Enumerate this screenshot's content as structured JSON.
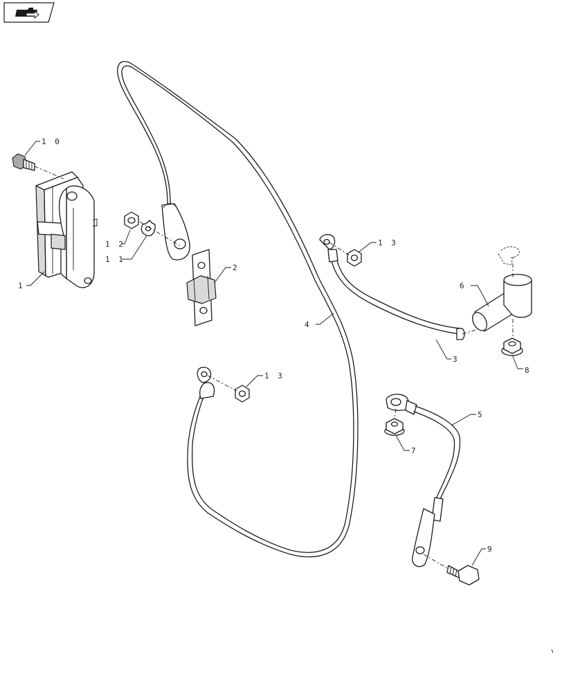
{
  "diagram": {
    "nav_icon": "folder-arrow-icon",
    "callouts": [
      {
        "id": "10",
        "label": "1 0"
      },
      {
        "id": "12",
        "label": "1 2"
      },
      {
        "id": "11",
        "label": "1 1"
      },
      {
        "id": "1",
        "label": "1"
      },
      {
        "id": "2",
        "label": "2"
      },
      {
        "id": "13a",
        "label": "1 3"
      },
      {
        "id": "6",
        "label": "6"
      },
      {
        "id": "4",
        "label": "4"
      },
      {
        "id": "3",
        "label": "3"
      },
      {
        "id": "8",
        "label": "8"
      },
      {
        "id": "13b",
        "label": "1 3"
      },
      {
        "id": "5",
        "label": "5"
      },
      {
        "id": "7",
        "label": "7"
      },
      {
        "id": "9",
        "label": "9"
      }
    ]
  }
}
